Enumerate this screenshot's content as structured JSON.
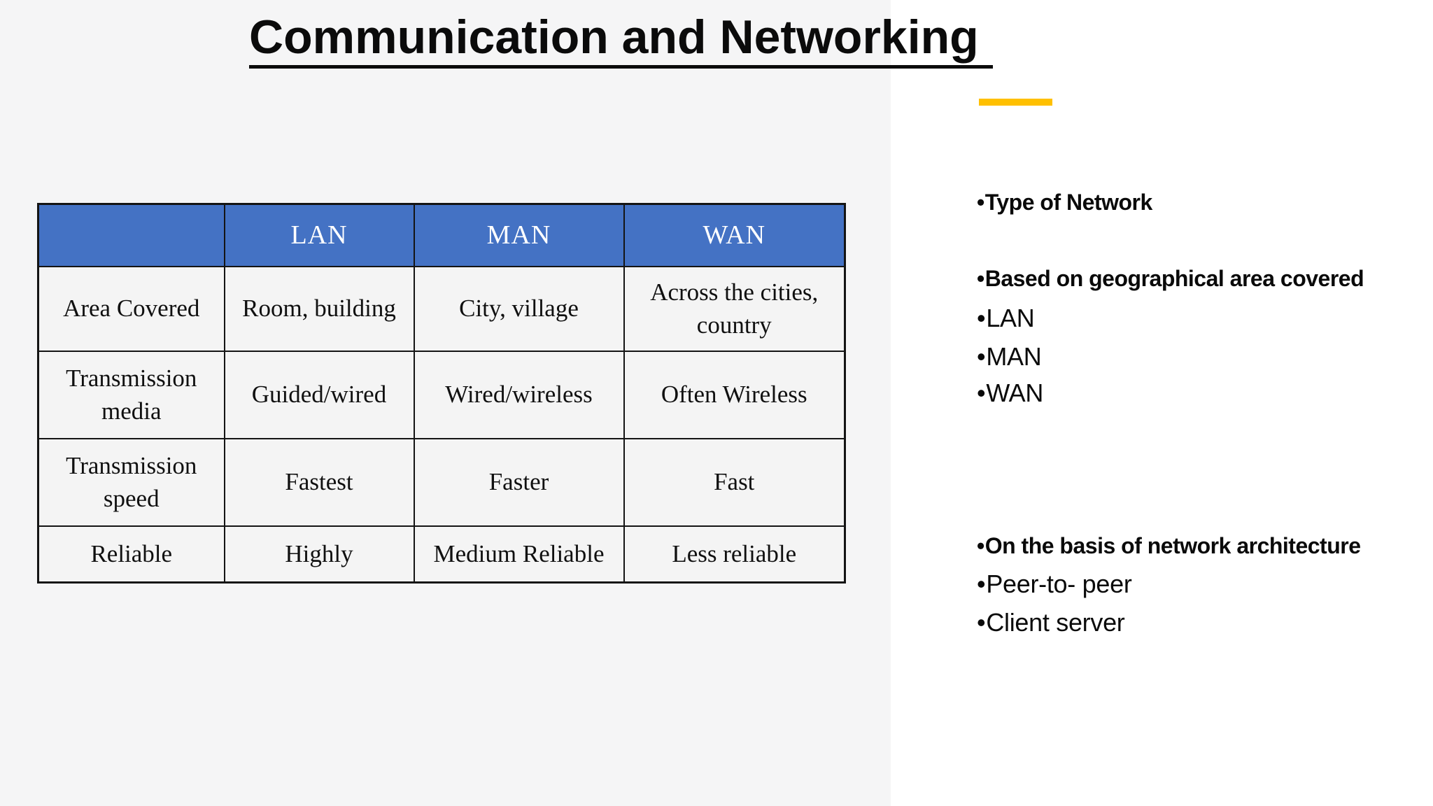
{
  "slide": {
    "title": "Communication and Networking",
    "accent_color": "#FFC000",
    "table_header_bg": "#4472C4"
  },
  "table": {
    "columns": {
      "c0": "",
      "c1": "LAN",
      "c2": "MAN",
      "c3": "WAN"
    },
    "rows": [
      {
        "label": "Area Covered",
        "lan": "Room, building",
        "man": "City, village",
        "wan": "Across the cities, country"
      },
      {
        "label": "Transmission media",
        "lan": "Guided/wired",
        "man": "Wired/wireless",
        "wan": "Often Wireless"
      },
      {
        "label": "Transmission speed",
        "lan": "Fastest",
        "man": "Faster",
        "wan": "Fast"
      },
      {
        "label": "Reliable",
        "lan": "Highly",
        "man": "Medium Reliable",
        "wan": "Less reliable"
      }
    ]
  },
  "right_panel": {
    "bullet_char": "•",
    "items": [
      {
        "text": "Type of Network"
      },
      {
        "text": "Based on geographical area covered"
      },
      {
        "text": "LAN"
      },
      {
        "text": "MAN"
      },
      {
        "text": "WAN"
      },
      {
        "text": "On the basis of network architecture"
      },
      {
        "text": "Peer-to- peer"
      },
      {
        "text": "Client server"
      }
    ]
  }
}
